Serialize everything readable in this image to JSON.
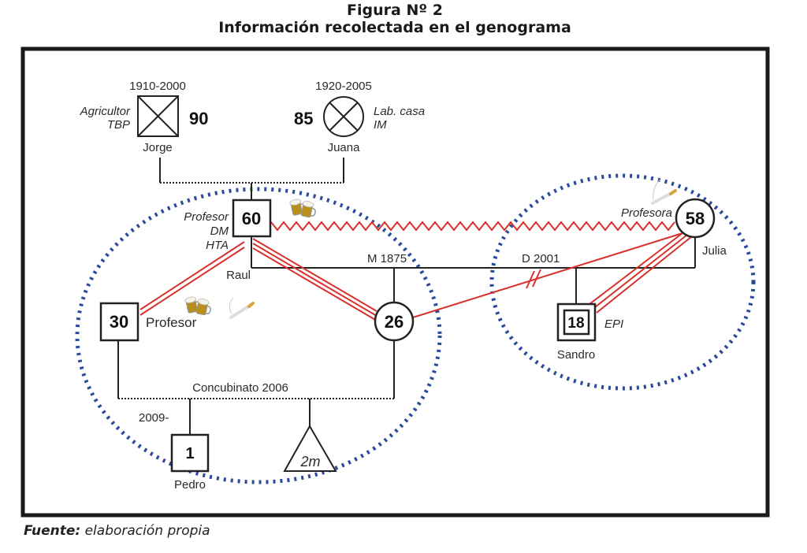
{
  "title": {
    "line1": "Figura Nº 2",
    "line2": "Información recolectada en el genograma"
  },
  "caption": {
    "bold": "Fuente:",
    "text": " elaboración propia"
  },
  "colors": {
    "frame": "#1a1a1a",
    "line": "#222222",
    "relation_red": "#d9312a",
    "household_blue": "#2b4a9b",
    "beer": "#b88f1c"
  },
  "people": {
    "jorge": {
      "name": "Jorge",
      "years": "1910-2000",
      "age": "90",
      "notes": [
        "Agricultor",
        "TBP"
      ],
      "symbol": "deceased-male"
    },
    "juana": {
      "name": "Juana",
      "years": "1920-2005",
      "age": "85",
      "notes": [
        "Lab. casa",
        "IM"
      ],
      "symbol": "deceased-female"
    },
    "raul": {
      "name": "Raul",
      "age": "60",
      "notes": [
        "Profesor",
        "DM",
        "HTA"
      ],
      "symbol": "male"
    },
    "julia": {
      "name": "Julia",
      "age": "58",
      "notes": [
        "Profesora"
      ],
      "symbol": "female"
    },
    "hijo30": {
      "age": "30",
      "notes": [
        "Profesor"
      ],
      "symbol": "male"
    },
    "mujer26": {
      "age": "26",
      "symbol": "female"
    },
    "sandro": {
      "name": "Sandro",
      "age": "18",
      "notes": [
        "EPI"
      ],
      "symbol": "identified-patient-male"
    },
    "pedro": {
      "name": "Pedro",
      "age": "1",
      "years": "2009-",
      "symbol": "male"
    },
    "embarazo": {
      "label": "2m",
      "symbol": "pregnancy"
    }
  },
  "relations": {
    "marriage": "M 1875",
    "divorce": "D 2001",
    "cohabitation": "Concubinato 2006"
  },
  "icons": [
    "beer-mugs-icon",
    "cigarette-icon"
  ]
}
